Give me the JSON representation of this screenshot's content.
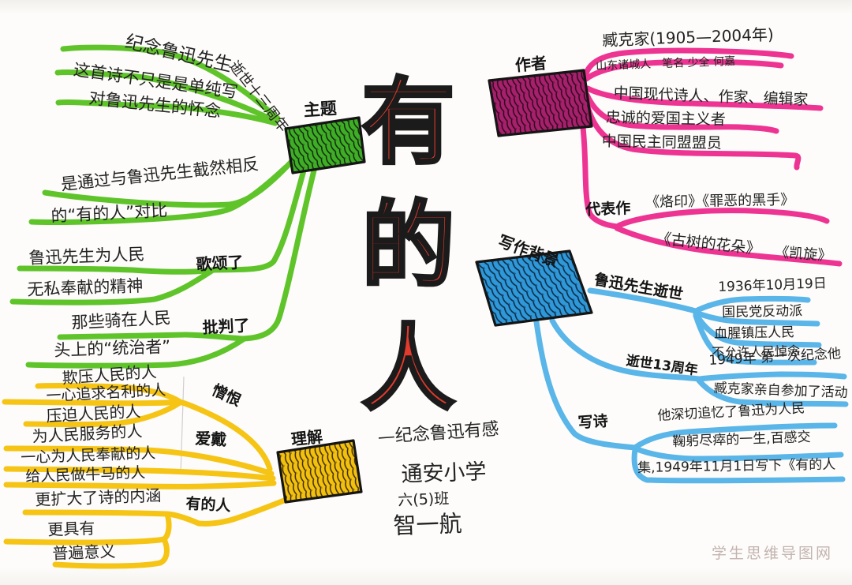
{
  "center": {
    "title": "有的人",
    "subtitle": "—纪念鲁迅有感",
    "school": "通安小学",
    "class_name": "六(5)班",
    "student": "智一航"
  },
  "theme": {
    "label": "主题",
    "item1a": "纪念鲁迅先生",
    "item1b": "逝世十三周年",
    "item2": "这首诗不只是是单纯写",
    "item3": "对鲁迅先生的怀念",
    "item4": "是通过与鲁迅先生截然相反",
    "item5": "的“有的人”对比",
    "praise_label": "歌颂了",
    "praise1": "鲁迅先生为人民",
    "praise2": "无私奉献的精神",
    "criticize_label": "批判了",
    "criticize1": "那些骑在人民",
    "criticize2": "头上的“统治者”"
  },
  "author": {
    "label": "作者",
    "item1": "臧克家(1905—2004年)",
    "item2": "山东诸城人　笔名 少全 何嘉",
    "item3": "中国现代诗人、作家、编辑家",
    "item4": "忠诚的爱国主义者",
    "item5": "中国民主同盟盟员",
    "works_label": "代表作",
    "works1": "《烙印》《罪恶的黑手》",
    "works2": "《古树的花朵》",
    "works3": "《凯旋》"
  },
  "background": {
    "label": "写作背景",
    "death_label": "鲁迅先生逝世",
    "death1": "1936年10月19日",
    "death2": "国民党反动派",
    "death3": "血腥镇压人民",
    "death4": "不允许人民悼念",
    "anniv_label": "逝世13周年",
    "anniv1": "1949年 第一次纪念他",
    "anniv2": "臧克家亲自参加了活动",
    "poem_label": "写诗",
    "poem1": "他深切追忆了鲁迅为人民",
    "poem2": "鞠躬尽瘁的一生,百感交",
    "poem3": "集,1949年11月1日写下《有的人"
  },
  "understanding": {
    "label": "理解",
    "hate_label": "憎恨",
    "hate1": "欺压人民的人",
    "hate2": "一心追求名利的人",
    "hate3": "压迫人民的人",
    "love_label": "爱戴",
    "love1": "为人民服务的人",
    "love2": "一心为人民奉献的人",
    "love3": "给人民做牛马的人",
    "some_label": "有的人",
    "some1": "更扩大了诗的内涵",
    "some2": "更具有",
    "some3": "普遍意义"
  },
  "watermark": "学生思维导图网",
  "colors": {
    "green_line": "#5fc42a",
    "green_leaf": "#3fae27",
    "yellow_line": "#f5c414",
    "yellow_leaf": "#f3c00f",
    "pink_line": "#ee3492",
    "magenta_leaf": "#a6206b",
    "blue_line": "#5ab5e8",
    "blue_leaf": "#2f98d9",
    "title_red": "#e23a2c"
  }
}
